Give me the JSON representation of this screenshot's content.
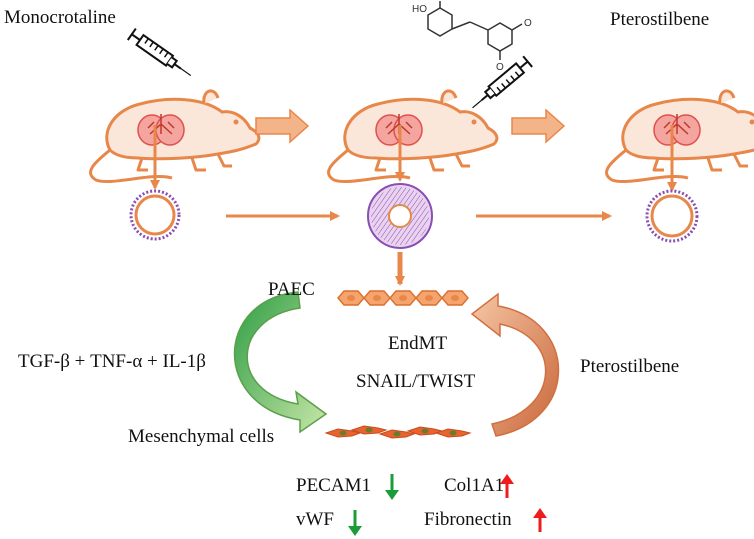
{
  "labels": {
    "monocrotaline": "Monocrotaline",
    "pterostilbene_top": "Pterostilbene",
    "paec": "PAEC",
    "endmt": "EndMT",
    "snail_twist": "SNAIL/TWIST",
    "cytokines": "TGF-β + TNF-α + IL-1β",
    "pterostilbene_mid": "Pterostilbene",
    "mesenchymal": "Mesenchymal cells",
    "pecam1": "PECAM1",
    "col1a1": "Col1A1",
    "vwf": "vWF",
    "fibronectin": "Fibronectin"
  },
  "molecule": {
    "substituent_top": "HO",
    "substituent_right_top": "O",
    "substituent_right_bottom": "O"
  },
  "colors": {
    "orange": "#e8874a",
    "orange_light": "#f4b48a",
    "rat_fill": "#fbe6da",
    "lung": "#e0504b",
    "vessel_purple": "#8a4fb0",
    "green": "#4caf4f",
    "green_dark": "#2e9e3e",
    "red": "#e8221a",
    "arrow_up_red": "#ee1c1c",
    "arrow_down_green": "#1a9c3a"
  },
  "markers": {
    "pecam1": "down",
    "vwf": "down",
    "col1a1": "up",
    "fibronectin": "up"
  }
}
